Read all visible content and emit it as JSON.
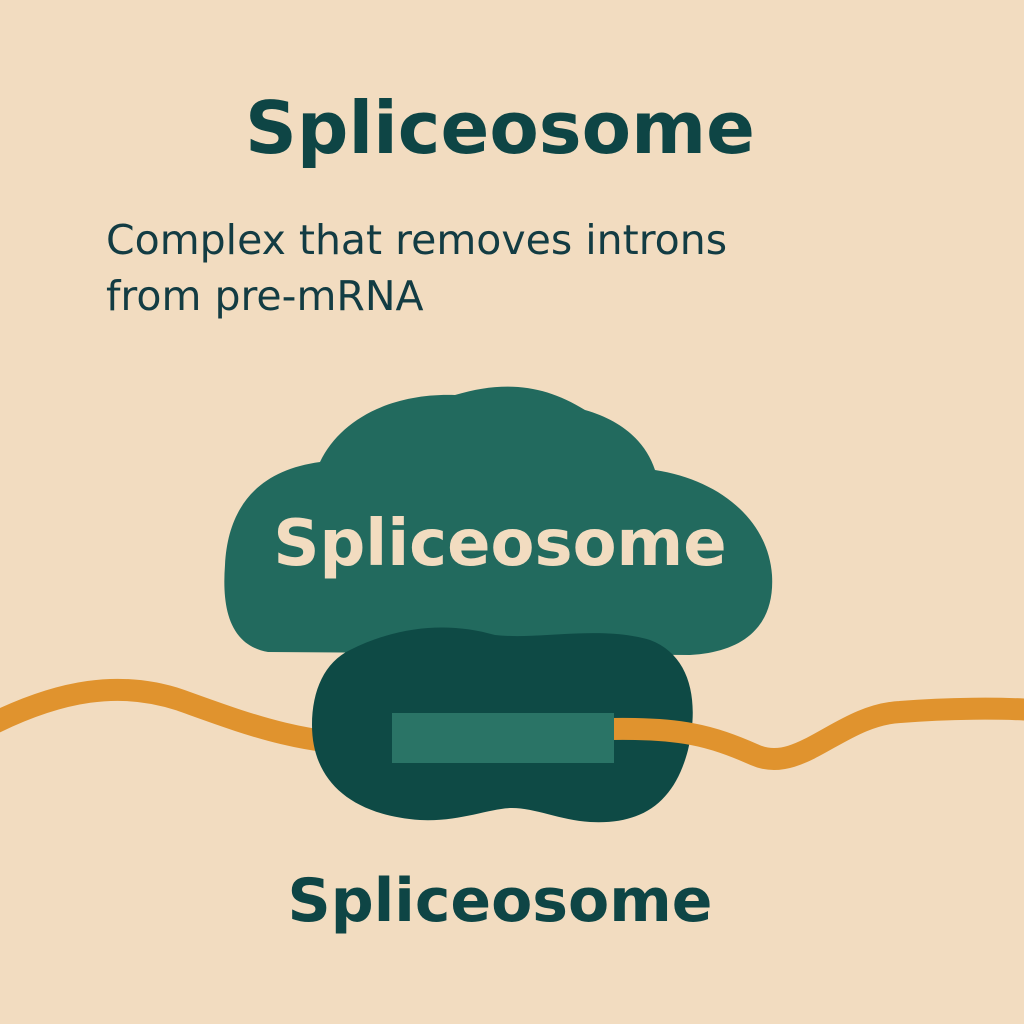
{
  "title": "Spliceosome",
  "subtitle": {
    "line1": "Complex that removes introns",
    "line2": "from pre-mRNA"
  },
  "diagram": {
    "complex_label": "Spliceosome"
  },
  "caption": "Spliceosome",
  "colors": {
    "background": "#f2dcc0",
    "text_dark": "#0e4545",
    "large_subunit": "#226a5e",
    "small_subunit": "#0e4a45",
    "exon_segment": "#2a7466",
    "mrna_strand": "#e0932e",
    "label_light": "#f2dcc0"
  }
}
